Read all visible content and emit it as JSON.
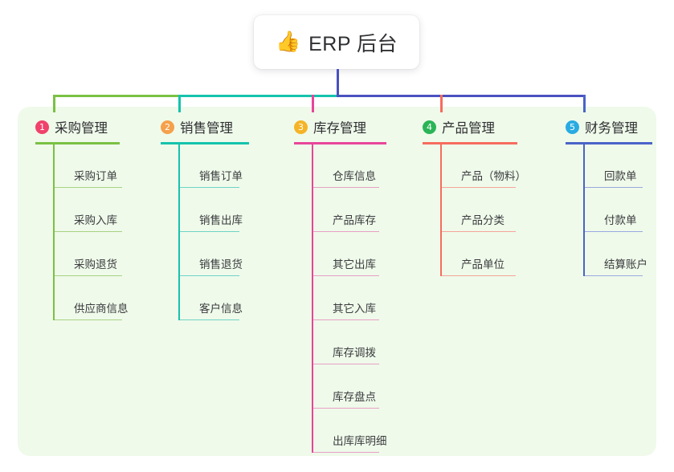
{
  "diagram": {
    "root": {
      "icon": "thumbs-up-icon",
      "emoji": "👍",
      "title": "ERP 后台"
    },
    "panel_color": "#effaea",
    "columns": [
      {
        "number": "1",
        "title": "采购管理",
        "badge_color": "#f0426b",
        "line_color": "#7ac143",
        "leaf_color": "#a8d283",
        "items": [
          "采购订单",
          "采购入库",
          "采购退货",
          "供应商信息"
        ]
      },
      {
        "number": "2",
        "title": "销售管理",
        "badge_color": "#f5a04b",
        "line_color": "#15c3ad",
        "leaf_color": "#6fd3c6",
        "items": [
          "销售订单",
          "销售出库",
          "销售退货",
          "客户信息"
        ]
      },
      {
        "number": "3",
        "title": "库存管理",
        "badge_color": "#f5b427",
        "line_color": "#e8459a",
        "leaf_color": "#e8a0c6",
        "items": [
          "仓库信息",
          "产品库存",
          "其它出库",
          "其它入库",
          "库存调拨",
          "库存盘点",
          "出库库明细"
        ]
      },
      {
        "number": "4",
        "title": "产品管理",
        "badge_color": "#2bb457",
        "line_color": "#f76c5e",
        "leaf_color": "#f5a59b",
        "items": [
          "产品（物料）",
          "产品分类",
          "产品单位"
        ]
      },
      {
        "number": "5",
        "title": "财务管理",
        "badge_color": "#29abe2",
        "line_color": "#4a63c8",
        "leaf_color": "#9aa9e0",
        "items": [
          "回款单",
          "付款单",
          "结算账户"
        ]
      }
    ],
    "connectors": {
      "root_stem_color": "#4a51c0",
      "bar_segments": [
        {
          "color": "#7ac143"
        },
        {
          "color": "#15c3ad"
        },
        {
          "color": "#4a51c0"
        }
      ]
    }
  }
}
